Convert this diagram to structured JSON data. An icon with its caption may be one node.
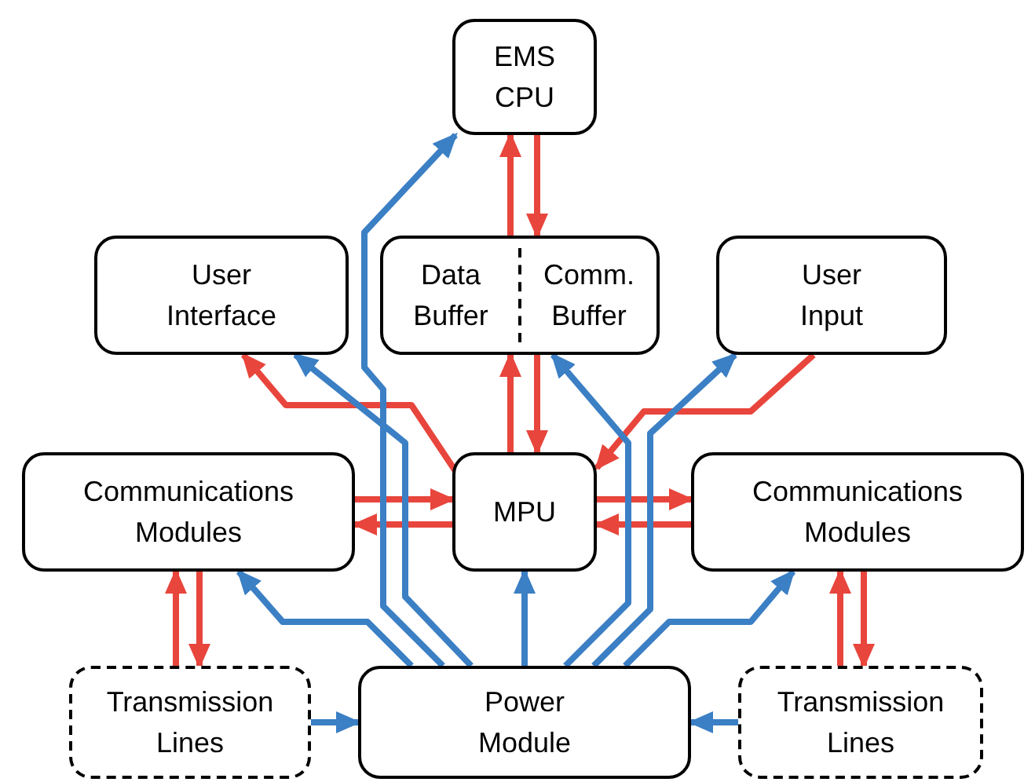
{
  "diagram": {
    "nodes": [
      {
        "text": [
          "EMS CPU"
        ]
      },
      {
        "text": [
          "User Interface"
        ]
      },
      {
        "text": [
          "Data Buffer",
          "Comm. Buffer"
        ]
      },
      {
        "text": [
          "User Input"
        ]
      },
      {
        "text": [
          "Communications Modules"
        ]
      },
      {
        "text": [
          "MPU"
        ]
      },
      {
        "text": [
          "Communications Modules"
        ]
      },
      {
        "text": [
          "Transmission Lines"
        ]
      },
      {
        "text": [
          "Power Module"
        ]
      },
      {
        "text": [
          "Transmission Lines"
        ]
      }
    ],
    "edges": [
      {
        "from": 2,
        "to": 0,
        "arrow": "to"
      },
      {
        "from": 0,
        "to": 2,
        "arrow": "to"
      },
      {
        "from": 5,
        "to": 1,
        "arrow": "to"
      },
      {
        "from": 5,
        "to": 2,
        "arrow": "to"
      },
      {
        "from": 2,
        "to": 5,
        "arrow": "to"
      },
      {
        "from": 3,
        "to": 5,
        "arrow": "to"
      },
      {
        "from": 4,
        "to": 5,
        "arrow": "to"
      },
      {
        "from": 5,
        "to": 4,
        "arrow": "to"
      },
      {
        "from": 5,
        "to": 6,
        "arrow": "to"
      },
      {
        "from": 6,
        "to": 5,
        "arrow": "to"
      },
      {
        "from": 7,
        "to": 4,
        "arrow": "to"
      },
      {
        "from": 4,
        "to": 7,
        "arrow": "to"
      },
      {
        "from": 9,
        "to": 6,
        "arrow": "to"
      },
      {
        "from": 6,
        "to": 9,
        "arrow": "to"
      },
      {
        "from": 8,
        "to": 0,
        "arrow": "to",
        "color": "#3b7fc4"
      },
      {
        "from": 8,
        "to": 1,
        "arrow": "to",
        "color": "#3b7fc4"
      },
      {
        "from": 8,
        "to": 2,
        "arrow": "to",
        "color": "#3b7fc4"
      },
      {
        "from": 8,
        "to": 3,
        "arrow": "to",
        "color": "#3b7fc4"
      },
      {
        "from": 8,
        "to": 4,
        "arrow": "to",
        "color": "#3b7fc4"
      },
      {
        "from": 8,
        "to": 5,
        "arrow": "to",
        "color": "#3b7fc4"
      },
      {
        "from": 8,
        "to": 6,
        "arrow": "to",
        "color": "#3b7fc4"
      },
      {
        "from": 7,
        "to": 8,
        "arrow": "to",
        "color": "#3b7fc4"
      },
      {
        "from": 9,
        "to": 8,
        "arrow": "to",
        "color": "#3b7fc4"
      }
    ]
  }
}
